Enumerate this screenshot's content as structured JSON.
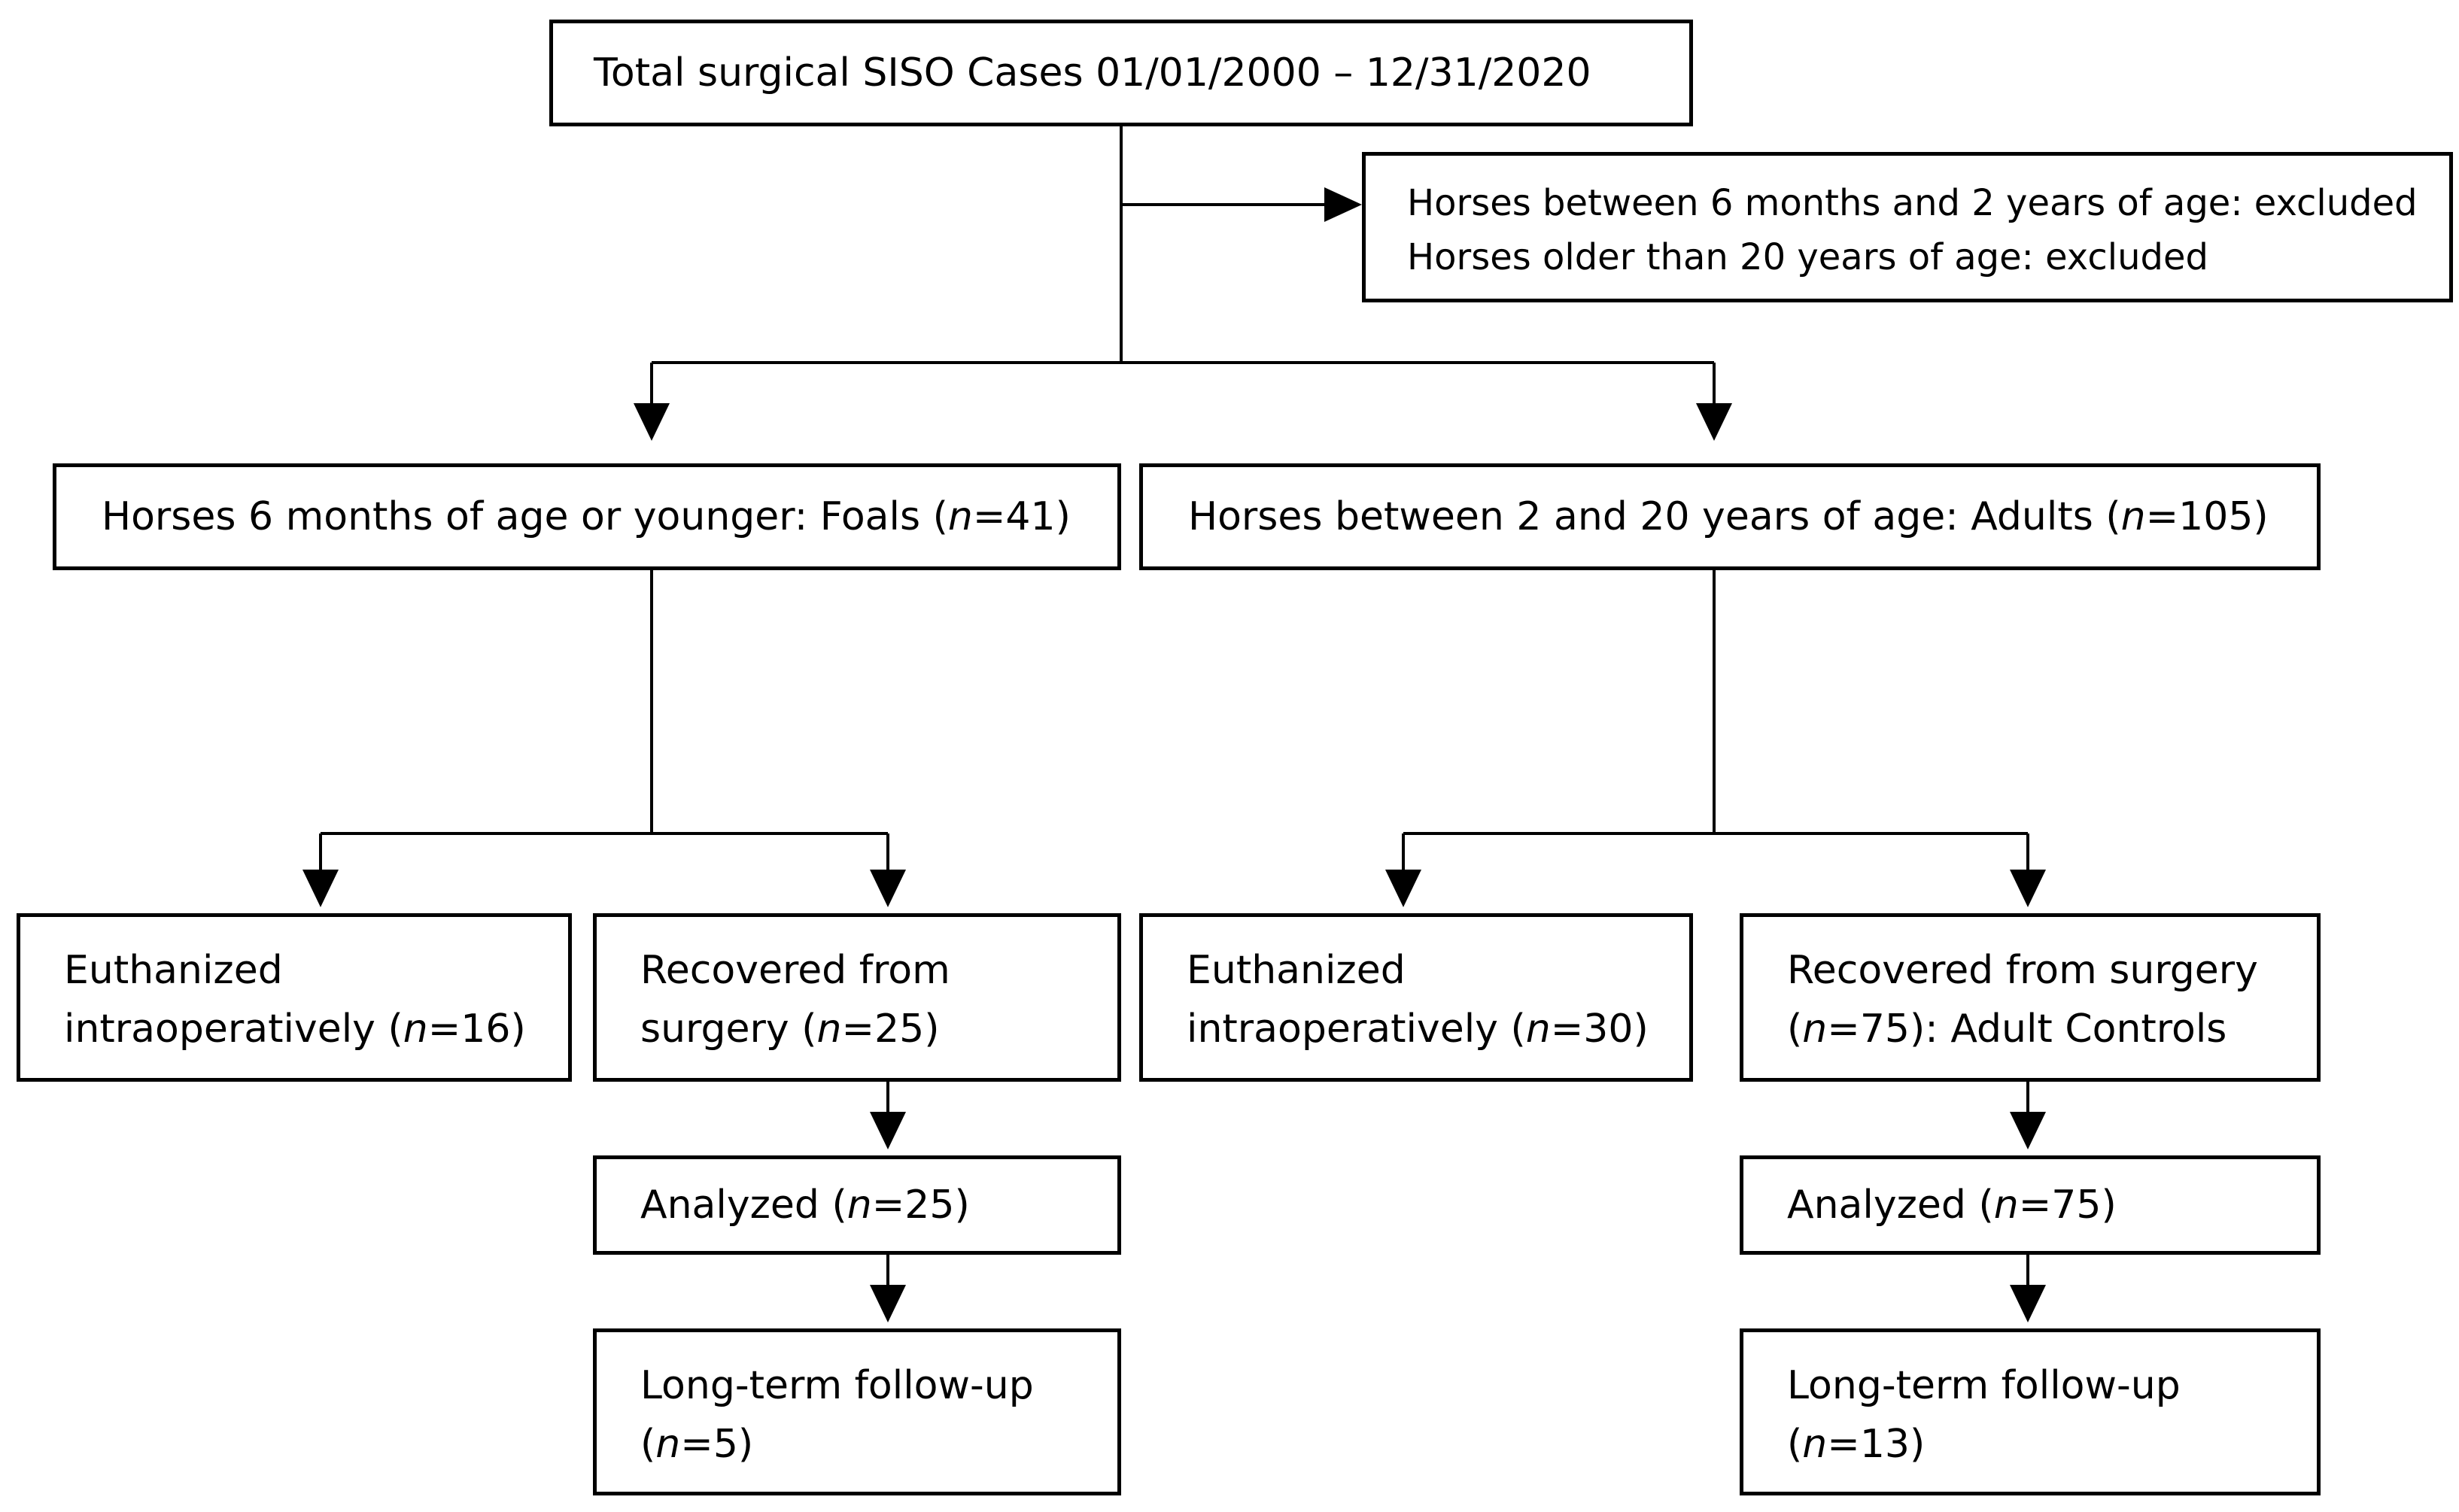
{
  "diagram": {
    "total": {
      "text": "Total surgical SISO Cases 01/01/2000 – 12/31/2020"
    },
    "excluded": {
      "line1": "Horses between 6 months and 2 years of age: excluded",
      "line2": "Horses older than 20 years of age: excluded"
    },
    "foals": {
      "label": "Horses 6 months of age or younger: Foals (",
      "n_symbol": "n",
      "count_text": "=41)"
    },
    "adults": {
      "label": "Horses between 2 and 20 years of age: Adults (",
      "n_symbol": "n",
      "count_text": "=105)"
    },
    "foal_euthanized": {
      "line1": "Euthanized",
      "line2_prefix": "intraoperatively (",
      "n_symbol": "n",
      "count_text": "=16)"
    },
    "foal_recovered": {
      "line1": "Recovered from",
      "line2_prefix": "surgery (",
      "n_symbol": "n",
      "count_text": "=25)"
    },
    "foal_analyzed": {
      "prefix": "Analyzed (",
      "n_symbol": "n",
      "count_text": "=25)"
    },
    "foal_followup": {
      "line1": "Long-term follow-up",
      "line2_prefix": "(",
      "n_symbol": "n",
      "count_text": "=5)"
    },
    "adult_euthanized": {
      "line1": "Euthanized",
      "line2_prefix": "intraoperatively (",
      "n_symbol": "n",
      "count_text": "=30)"
    },
    "adult_recovered": {
      "line1": "Recovered from surgery",
      "line2_prefix": "(",
      "n_symbol": "n",
      "count_text": "=75): Adult Controls"
    },
    "adult_analyzed": {
      "prefix": "Analyzed (",
      "n_symbol": "n",
      "count_text": "=75)"
    },
    "adult_followup": {
      "line1": "Long-term follow-up",
      "line2_prefix": "(",
      "n_symbol": "n",
      "count_text": "=13)"
    }
  }
}
